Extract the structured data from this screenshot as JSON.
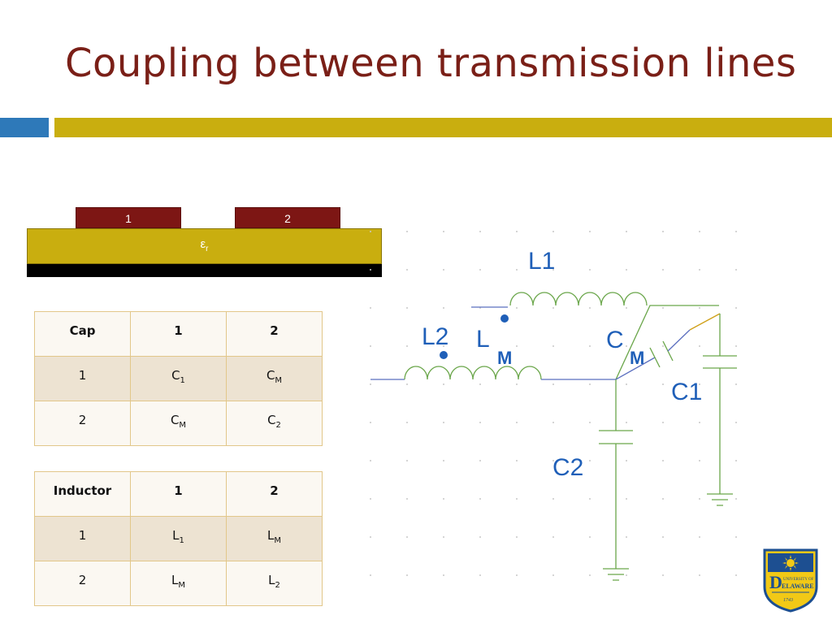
{
  "slide": {
    "title": "Coupling between transmission lines"
  },
  "cross_section": {
    "strip_1": "1",
    "strip_2": "2",
    "dielectric_symbol": "ε",
    "dielectric_subscript": "r"
  },
  "cap_table": {
    "header": [
      "Cap",
      "1",
      "2"
    ],
    "rows": [
      {
        "label": "1",
        "c1": {
          "base": "C",
          "sub": "1"
        },
        "c2": {
          "base": "C",
          "sub": "M"
        }
      },
      {
        "label": "2",
        "c1": {
          "base": "C",
          "sub": "M"
        },
        "c2": {
          "base": "C",
          "sub": "2"
        }
      }
    ]
  },
  "ind_table": {
    "header": [
      "Inductor",
      "1",
      "2"
    ],
    "rows": [
      {
        "label": "1",
        "c1": {
          "base": "L",
          "sub": "1"
        },
        "c2": {
          "base": "L",
          "sub": "M"
        }
      },
      {
        "label": "2",
        "c1": {
          "base": "L",
          "sub": "M"
        },
        "c2": {
          "base": "L",
          "sub": "2"
        }
      }
    ]
  },
  "circuit": {
    "L1": "L1",
    "L2": "L2",
    "LM_base": "L",
    "LM_sub": "M",
    "CM_base": "C",
    "CM_sub": "M",
    "C1": "C1",
    "C2": "C2"
  },
  "logo": {
    "text_university": "UNIVERSITY OF",
    "text_name": "ELAWARE",
    "text_year": "1743"
  },
  "colors": {
    "title": "#7a1f17",
    "accent_blue": "#2e79b9",
    "accent_gold": "#c9ae0f",
    "strip": "#7d1614",
    "label_blue": "#1f5fb8",
    "wire_blue": "#5b6fbf",
    "wire_green": "#6aa64a"
  }
}
